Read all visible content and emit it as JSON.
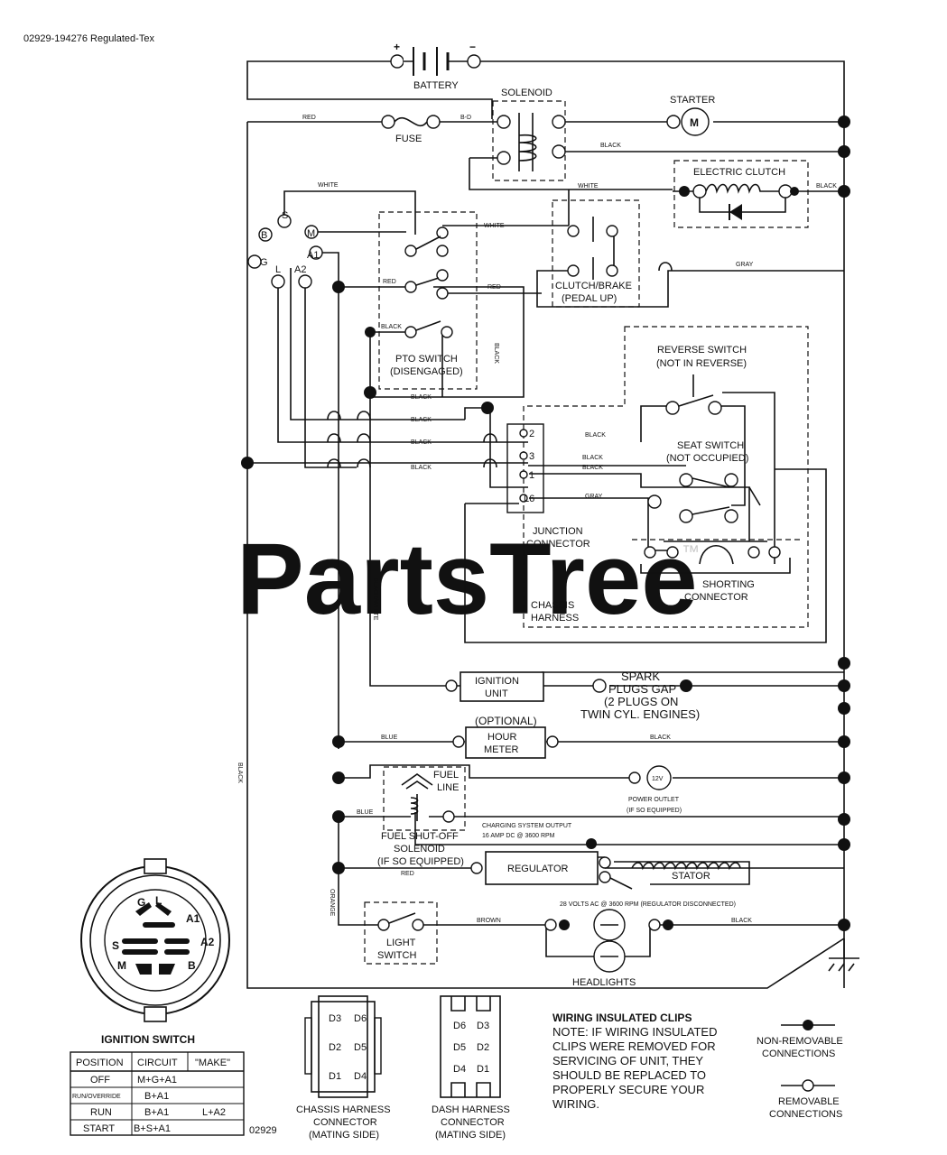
{
  "header": {
    "code": "02929-194276  Regulated-Tex"
  },
  "watermark": {
    "text": "PartsTree",
    "tm": "™"
  },
  "components": {
    "battery": "BATTERY",
    "battery_plus": "+",
    "battery_minus": "−",
    "solenoid": "SOLENOID",
    "starter": "STARTER",
    "starter_symbol": "M",
    "fuse": "FUSE",
    "electric_clutch": "ELECTRIC CLUTCH",
    "clutch_brake_1": "CLUTCH/BRAKE",
    "clutch_brake_2": "(PEDAL UP)",
    "pto_switch_1": "PTO SWITCH",
    "pto_switch_2": "(DISENGAGED)",
    "reverse_switch_1": "REVERSE SWITCH",
    "reverse_switch_2": "(NOT IN REVERSE)",
    "seat_switch_1": "SEAT SWITCH",
    "seat_switch_2": "(NOT OCCUPIED)",
    "junction_connector_1": "JUNCTION",
    "junction_connector_2": "CONNECTOR",
    "shorting_connector_1": "SHORTING",
    "shorting_connector_2": "CONNECTOR",
    "chassis_harness_1": "CHASSIS",
    "chassis_harness_2": "HARNESS",
    "ignition_unit_1": "IGNITION",
    "ignition_unit_2": "UNIT",
    "spark_1": "SPARK",
    "spark_2": "PLUGS GAP",
    "spark_3": "(2 PLUGS ON",
    "spark_4": "TWIN CYL. ENGINES)",
    "optional": "(OPTIONAL)",
    "hour_meter_1": "HOUR",
    "hour_meter_2": "METER",
    "fuel_line_1": "FUEL",
    "fuel_line_2": "LINE",
    "power_outlet_symbol": "12V",
    "power_outlet_1": "POWER OUTLET",
    "power_outlet_2": "(IF SO EQUIPPED)",
    "fuel_solenoid_1": "FUEL SHUT-OFF",
    "fuel_solenoid_2": "SOLENOID",
    "fuel_solenoid_3": "(IF SO EQUIPPED)",
    "charging_1": "CHARGING SYSTEM OUTPUT",
    "charging_2": "16 AMP DC @ 3600 RPM",
    "regulator": "REGULATOR",
    "stator": "STATOR",
    "stator_note": "28 VOLTS AC @ 3600 RPM (REGULATOR DISCONNECTED)",
    "light_switch_1": "LIGHT",
    "light_switch_2": "SWITCH",
    "headlights": "HEADLIGHTS"
  },
  "terminals": {
    "s": "S",
    "m": "M",
    "b": "B",
    "a1": "A1",
    "g": "G",
    "l": "L",
    "a2": "A2"
  },
  "pins": {
    "p2": "2",
    "p3": "3",
    "p1": "1",
    "p6": "L6"
  },
  "wire_labels": {
    "red": "RED",
    "red2": "RED",
    "red3": "RED",
    "red4": "RED",
    "black1": "BLACK",
    "black2": "BLACK",
    "black3": "BLACK",
    "black4": "BLACK",
    "black5": "BLACK",
    "black6": "BLACK",
    "black7": "BLACK",
    "black8": "BLACK",
    "black9": "BLACK",
    "black10": "BLACK",
    "black11": "BLACK",
    "white1": "WHITE",
    "white2": "WHITE",
    "white3": "WHITE",
    "gray1": "GRAY",
    "gray2": "GRAY",
    "blue1": "BLUE",
    "blue2": "BLUE",
    "black_white": "BLACK/WHITE",
    "orange": "ORANGE",
    "brown": "BROWN",
    "black_left": "BLACK",
    "bhd": "B-D"
  },
  "ignition_switch": {
    "title": "IGNITION SWITCH",
    "letters": {
      "g": "G",
      "l": "L",
      "a1": "A1",
      "a2": "A2",
      "s": "S",
      "m": "M",
      "b": "B"
    },
    "table": {
      "headers": [
        "POSITION",
        "CIRCUIT",
        "\"MAKE\""
      ],
      "rows": [
        [
          "OFF",
          "M+G+A1",
          ""
        ],
        [
          "RUN/OVERRIDE",
          "B+A1",
          ""
        ],
        [
          "RUN",
          "B+A1",
          "L+A2"
        ],
        [
          "START",
          "B+S+A1",
          ""
        ]
      ]
    }
  },
  "chassis_connector": {
    "caption_1": "CHASSIS HARNESS",
    "caption_2": "CONNECTOR",
    "caption_3": "(MATING SIDE)",
    "pins": [
      "D3",
      "D6",
      "D2",
      "D5",
      "D1",
      "D4"
    ]
  },
  "dash_connector": {
    "caption_1": "DASH HARNESS",
    "caption_2": "CONNECTOR",
    "caption_3": "(MATING SIDE)",
    "pins": [
      "D6",
      "D3",
      "D5",
      "D2",
      "D4",
      "D1"
    ]
  },
  "note": {
    "title": "WIRING INSULATED CLIPS",
    "lines": [
      "NOTE: IF WIRING INSULATED",
      "CLIPS WERE REMOVED FOR",
      "SERVICING OF UNIT, THEY",
      "SHOULD BE REPLACED TO",
      "PROPERLY SECURE YOUR",
      "WIRING."
    ]
  },
  "legend": {
    "nonremovable_1": "NON-REMOVABLE",
    "nonremovable_2": "CONNECTIONS",
    "removable_1": "REMOVABLE",
    "removable_2": "CONNECTIONS"
  },
  "footer": {
    "code": "02929"
  }
}
